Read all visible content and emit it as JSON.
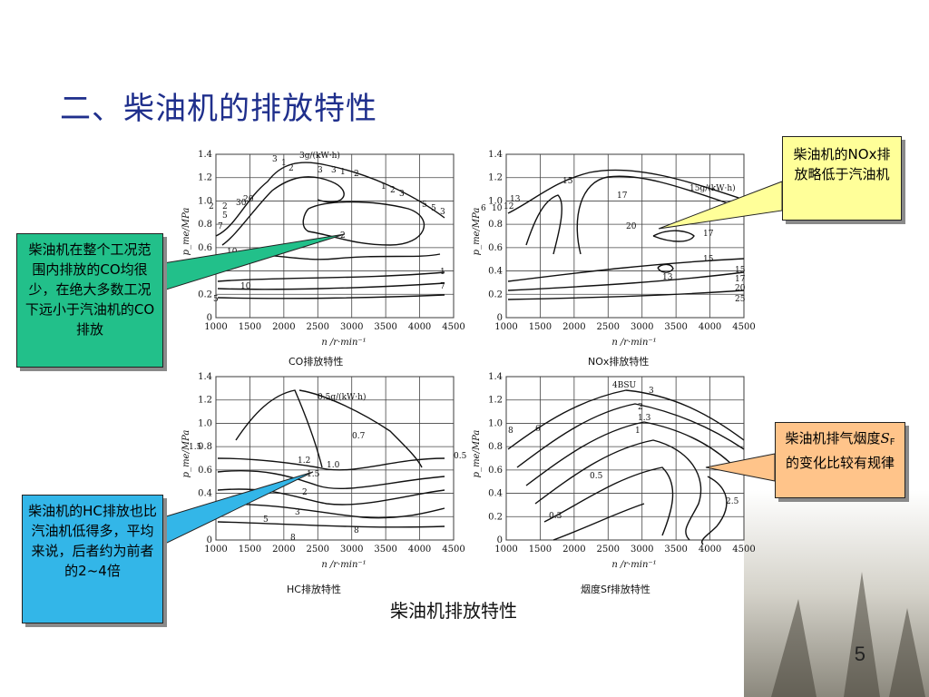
{
  "slide": {
    "title": "二、柴油机的排放特性",
    "main_caption": "柴油机排放特性",
    "page_number": "5"
  },
  "colors": {
    "title": "#1f2f8c",
    "callout_green": "#22c08a",
    "callout_yellow": "#ffff99",
    "callout_blue": "#33b6e8",
    "callout_orange": "#ffc48a"
  },
  "callouts": {
    "co": "柴油机在整个工况范围内排放的CO均很少，在绝大多数工况下远小于汽油机的CO排放",
    "nox": "柴油机的NOx排放略低于汽油机",
    "hc": "柴油机的HC排放也比汽油机低得多，平均来说，后者约为前者的2~4倍",
    "smoke_pre": "柴油机排气烟度",
    "smoke_sym": "S",
    "smoke_sub": "F",
    "smoke_post": "的变化比较有规律"
  },
  "axes": {
    "y_ticks": [
      "1.4",
      "1.2",
      "1.0",
      "0.8",
      "0.6",
      "0.4",
      "0.2",
      "0"
    ],
    "x_ticks": [
      "1000",
      "1500",
      "2000",
      "2500",
      "3000",
      "3500",
      "4000",
      "4500"
    ],
    "x_label": "n /r·min⁻¹",
    "y_label": "p_me/MPa"
  },
  "charts": [
    {
      "caption": "CO排放特性",
      "unit_label": "3g/(kW·h)",
      "labels": [
        "3",
        "1",
        "2",
        "3",
        "3",
        "1",
        "2",
        "1",
        "2",
        "3",
        "5",
        "5",
        "3",
        "2",
        "2",
        "30",
        "20",
        "5",
        "2",
        "10",
        "1",
        "7",
        "5",
        "7",
        "10"
      ]
    },
    {
      "caption": "NOx排放特性",
      "unit_label": "15g/(kW·h)",
      "labels": [
        "6",
        "10",
        "12",
        "13",
        "15",
        "17",
        "20",
        "17",
        "15",
        "15",
        "17",
        "20",
        "25",
        "13"
      ]
    },
    {
      "caption": "HC排放特性",
      "unit_label": "0.5g/(kW·h)",
      "labels": [
        "1.5",
        "0.7",
        "1.2",
        "1.5",
        "1.0",
        "0.5",
        "2",
        "3",
        "5",
        "8",
        "8"
      ]
    },
    {
      "caption": "烟度Sf排放特性",
      "unit_label": "4BSU",
      "labels": [
        "3",
        "2",
        "1.3",
        "1",
        "8",
        "6",
        "0.5",
        "0.3",
        "2.5"
      ]
    }
  ]
}
